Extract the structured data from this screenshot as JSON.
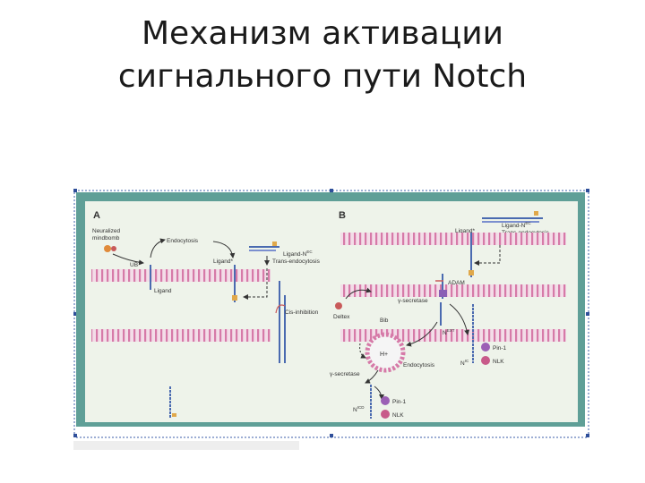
{
  "slide": {
    "title_line1": "Механизм активации",
    "title_line2": "сигнального пути Notch"
  },
  "figure": {
    "panel_a": {
      "label": "A",
      "neuralized": "Neuralized",
      "mindbomb": "mindbomb",
      "ub": "UB",
      "endocytosis": "Endocytosis",
      "ligand": "Ligand",
      "ligand_star": "Ligand*",
      "ligand_nec": "Ligand-N",
      "ligand_nec_sup": "EC",
      "trans_endocytosis": "Trans-endocytosis",
      "cis_inhibition": "Cis-inhibition"
    },
    "panel_b": {
      "label": "B",
      "ligand_star": "Ligand*",
      "ligand_nec": "Ligand-N",
      "ligand_nec_sup": "EC",
      "trans_endocytosis": "Trans-endocytosis",
      "adam": "ADAM",
      "gamma_secretase": "γ-secretase",
      "deltex": "Deltex",
      "bib": "Bib",
      "h_plus": "H+",
      "next": "N",
      "next_sup": "EXT",
      "endocytosis": "Endocytosis",
      "nic": "N",
      "nic_sup": "IC",
      "pin1": "Pin-1",
      "nlk": "NLK",
      "gamma_secretase_2": "γ-secretase",
      "nicd": "N",
      "nicd_sup": "ICD",
      "pin1_2": "Pin-1",
      "nlk_2": "NLK"
    }
  }
}
